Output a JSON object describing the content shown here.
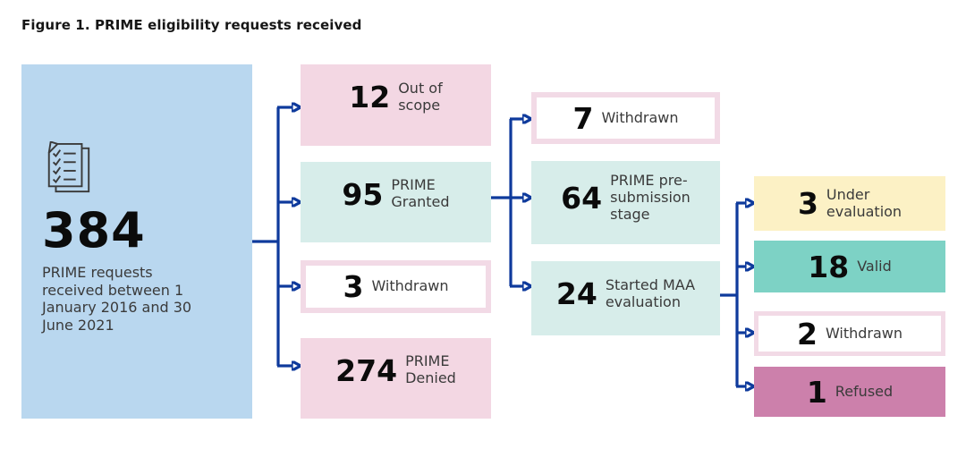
{
  "figure": {
    "title": "Figure 1. PRIME eligibility requests received"
  },
  "colors": {
    "box_blue": "#B9D7EF",
    "box_pink": "#F3D7E3",
    "box_teal": "#D7EDEA",
    "box_yellow": "#FCF1C5",
    "box_green": "#7DD2C5",
    "box_magenta": "#CC80AB",
    "outline_pink": "#F2DAE6",
    "connector_blue": "#0E3A9C",
    "number_text": "#0B0B0B",
    "label_text": "#3A3A3A"
  },
  "root": {
    "value": "384",
    "label": "PRIME requests\nreceived between 1\nJanuary 2016 and 30\nJune 2021",
    "icon": "checklist-document-icon"
  },
  "stage1": [
    {
      "value": "12",
      "label": "Out of\nscope"
    },
    {
      "value": "95",
      "label": "PRIME\nGranted"
    },
    {
      "value": "3",
      "label": "Withdrawn"
    },
    {
      "value": "274",
      "label": "PRIME\nDenied"
    }
  ],
  "stage2": [
    {
      "value": "7",
      "label": "Withdrawn"
    },
    {
      "value": "64",
      "label": "PRIME pre-\nsubmission\nstage"
    },
    {
      "value": "24",
      "label": "Started MAA\nevaluation"
    }
  ],
  "stage3": [
    {
      "value": "3",
      "label": "Under\nevaluation"
    },
    {
      "value": "18",
      "label": "Valid"
    },
    {
      "value": "2",
      "label": "Withdrawn"
    },
    {
      "value": "1",
      "label": "Refused"
    }
  ]
}
